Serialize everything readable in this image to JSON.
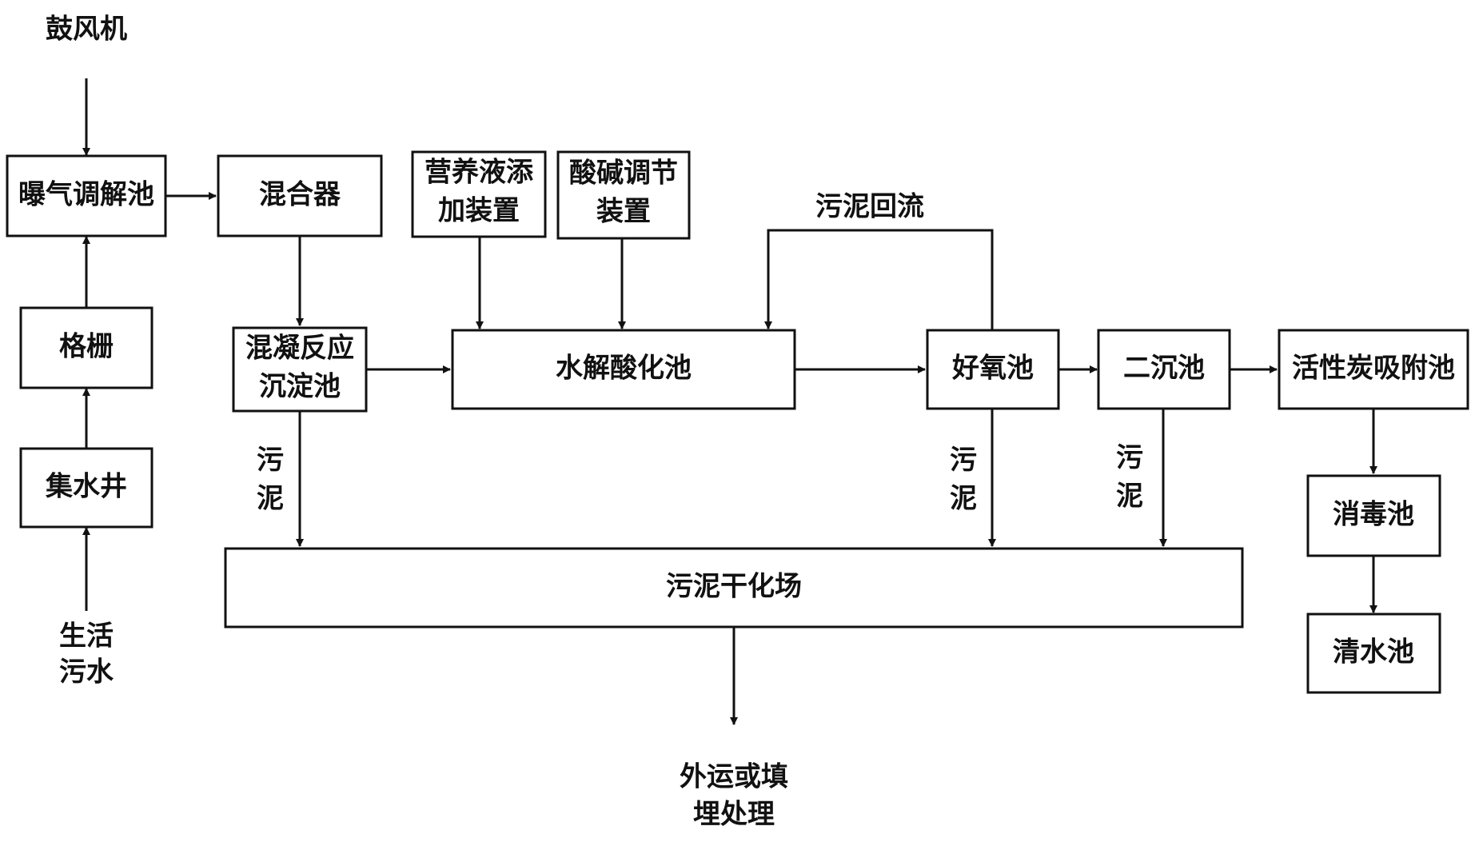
{
  "labels": {
    "blower": "鼓风机",
    "domestic_sewage_1": "生活",
    "domestic_sewage_2": "污水",
    "sludge_return": "污泥回流",
    "sludge_char": "污",
    "sludge_char_2": "泥",
    "disposal_1": "外运或填",
    "disposal_2": "埋处理"
  },
  "nodes": {
    "aeration_tank": "曝气调解池",
    "grille": "格栅",
    "collection_well": "集水井",
    "mixer": "混合器",
    "coag_1": "混凝反应",
    "coag_2": "沉淀池",
    "nutrient_1": "营养液添",
    "nutrient_2": "加装置",
    "acidbase_1": "酸碱调节",
    "acidbase_2": "装置",
    "hydrolysis": "水解酸化池",
    "aerobic": "好氧池",
    "secondary": "二沉池",
    "activated_carbon": "活性炭吸附池",
    "disinfection": "消毒池",
    "clear_water": "清水池",
    "sludge_drying": "污泥干化场"
  }
}
